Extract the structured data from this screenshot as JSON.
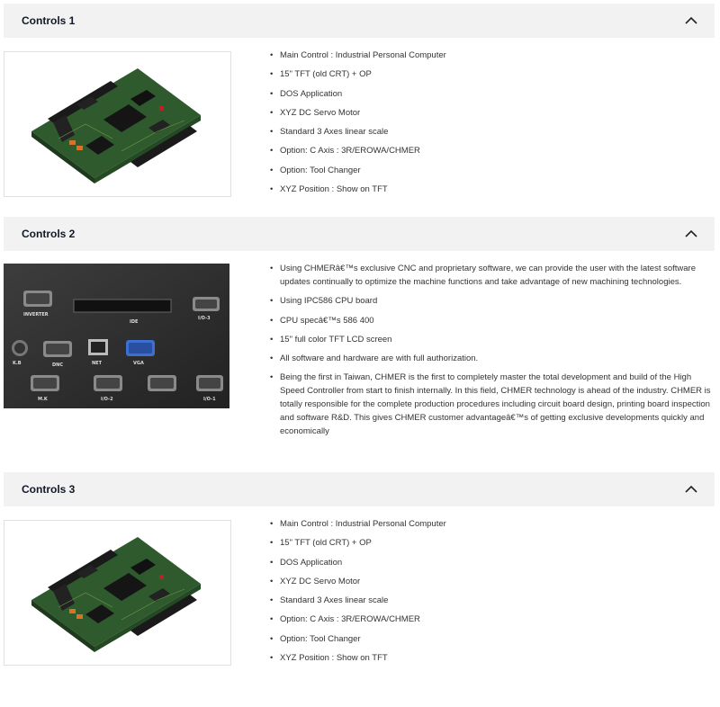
{
  "sections": [
    {
      "title": "Controls 1",
      "image": "pc104-circuit-board",
      "items": [
        "Main Control : Industrial Personal Computer",
        "15\" TFT (old CRT) + OP",
        "DOS Application",
        "XYZ DC Servo Motor",
        "Standard 3 Axes linear scale",
        "Option: C Axis : 3R/EROWA/CHMER",
        "Option: Tool Changer",
        "XYZ Position : Show on TFT"
      ]
    },
    {
      "title": "Controls 2",
      "image": "controller-io-panel",
      "port_labels": [
        "INVERTER",
        "IDE",
        "I/O-3",
        "K.B",
        "DNC",
        "NET",
        "VGA",
        "M.K",
        "I/O-2",
        "I/O-1"
      ],
      "items": [
        "Using CHMERâ€™s exclusive CNC and proprietary software, we can provide the user with the latest software updates continually to optimize the machine functions and take advantage of new machining technologies.",
        "Using IPC586 CPU board",
        "CPU specâ€™s 586 400",
        "15\" full color TFT LCD screen",
        "All software and hardware are with full authorization.",
        "Being the first in Taiwan, CHMER is the first to completely master the total development and build of the High Speed Controller from start to finish internally. In this field, CHMER technology is ahead of the industry. CHMER is totally responsible for the complete production procedures including circuit board design, printing board inspection and software R&D. This gives CHMER customer advantageâ€™s of getting exclusive developments quickly and economically"
      ]
    },
    {
      "title": "Controls 3",
      "image": "pc104-circuit-board",
      "items": [
        "Main Control : Industrial Personal Computer",
        "15\" TFT (old CRT) + OP",
        "DOS Application",
        "XYZ DC Servo Motor",
        "Standard 3 Axes linear scale",
        "Option: C Axis : 3R/EROWA/CHMER",
        "Option: Tool Changer",
        "XYZ Position : Show on TFT"
      ]
    }
  ],
  "icons": {
    "toggle": "chevron-up-icon"
  },
  "colors": {
    "header_bg": "#f2f2f2",
    "title": "#111827",
    "board_green": "#2f5a2e"
  }
}
